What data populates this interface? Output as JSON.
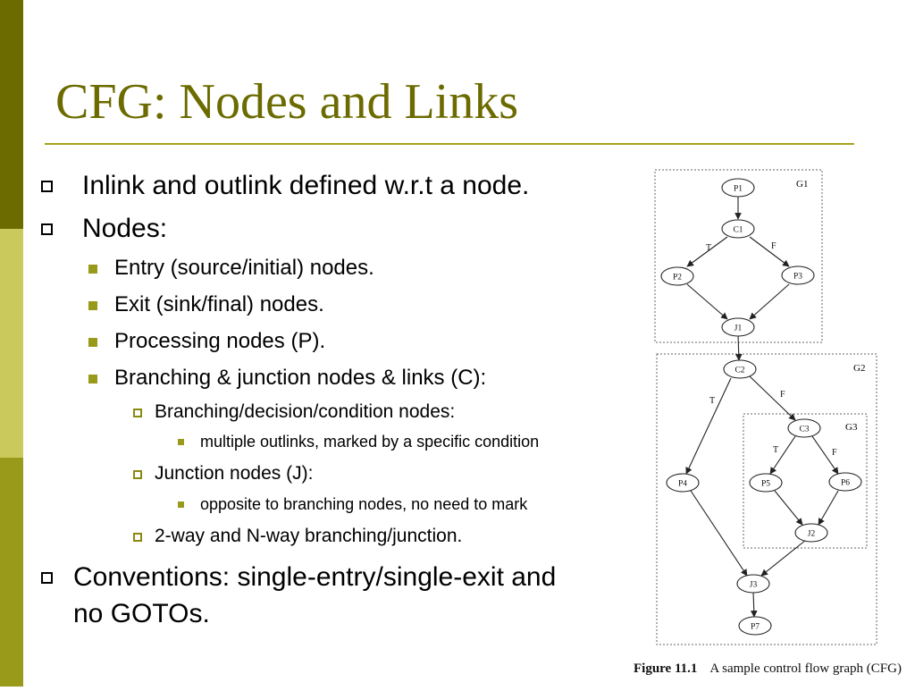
{
  "slide": {
    "title": "CFG: Nodes and Links",
    "bullets": {
      "b1": "Inlink and outlink defined w.r.t a node.",
      "b2": "Nodes:",
      "b2_1": "Entry (source/initial) nodes.",
      "b2_2": "Exit (sink/final) nodes.",
      "b2_3": "Processing nodes (P).",
      "b2_4": "Branching & junction nodes & links (C):",
      "b2_4_1": "Branching/decision/condition nodes:",
      "b2_4_1_1": "multiple outlinks, marked by a specific condition",
      "b2_4_2": "Junction nodes (J):",
      "b2_4_2_1": "opposite to branching nodes, no need to mark",
      "b2_4_3": "2-way and N-way branching/junction.",
      "b3_line1": "Conventions: single-entry/single-exit and",
      "b3_line2": "no GOTOs."
    }
  },
  "figure": {
    "groups": {
      "g1": "G1",
      "g2": "G2",
      "g3": "G3"
    },
    "nodes": {
      "P1": "P1",
      "C1": "C1",
      "P2": "P2",
      "P3": "P3",
      "J1": "J1",
      "C2": "C2",
      "C3": "C3",
      "P4": "P4",
      "P5": "P5",
      "P6": "P6",
      "J2": "J2",
      "J3": "J3",
      "P7": "P7"
    },
    "edge_labels": {
      "c1_t": "T",
      "c1_f": "F",
      "c2_t": "T",
      "c2_f": "F",
      "c3_t": "T",
      "c3_f": "F"
    },
    "caption_label": "Figure 11.1",
    "caption_text": "A sample control flow graph (CFG)"
  }
}
